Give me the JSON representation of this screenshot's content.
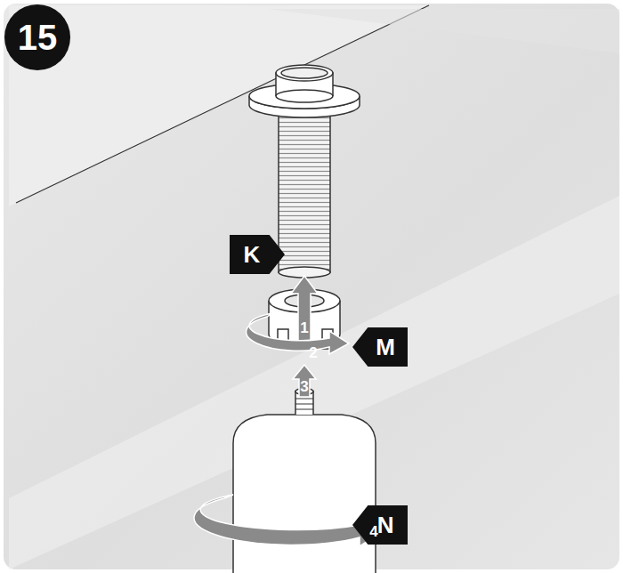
{
  "diagram": {
    "nodes": [
      {
        "text": [
          "15"
        ]
      },
      {
        "text": [
          "K"
        ]
      },
      {
        "text": [
          "M"
        ]
      },
      {
        "text": [
          "N"
        ]
      }
    ],
    "labels": [
      "1",
      "2",
      "3",
      "4"
    ]
  }
}
